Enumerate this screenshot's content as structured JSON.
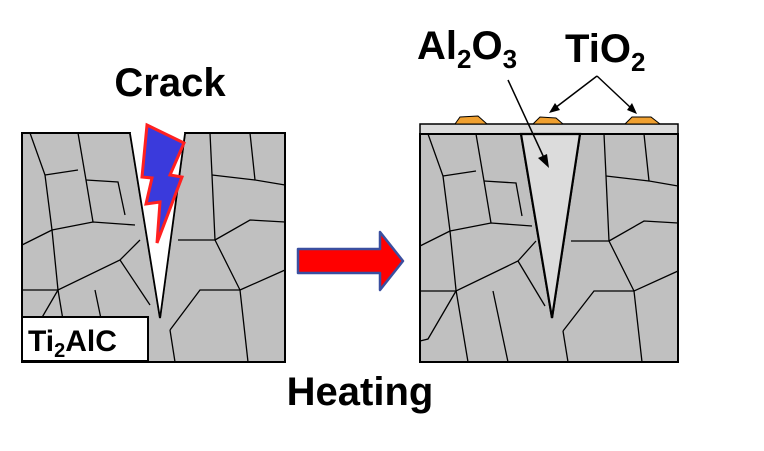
{
  "labels": {
    "crack": "Crack",
    "heating": "Heating",
    "al2o3": {
      "base": "Al",
      "sub1": "2",
      "mid": "O",
      "sub2": "3"
    },
    "tio2": {
      "base": "TiO",
      "sub": "2"
    },
    "ti2alc": {
      "base": "Ti",
      "sub": "2",
      "rest": "AlC"
    }
  },
  "colors": {
    "grain_fill": "#c0c0c0",
    "oxide_fill": "#dcdcdc",
    "tio2_fill": "#f0a030",
    "bolt_fill": "#3a3adc",
    "bolt_outline": "#ff2020",
    "arrow_fill": "#ff0000",
    "arrow_outline": "#3a4fa0",
    "line": "#000000"
  },
  "icons": {
    "lightning": "lightning-bolt-icon",
    "arrow": "right-arrow-icon"
  }
}
